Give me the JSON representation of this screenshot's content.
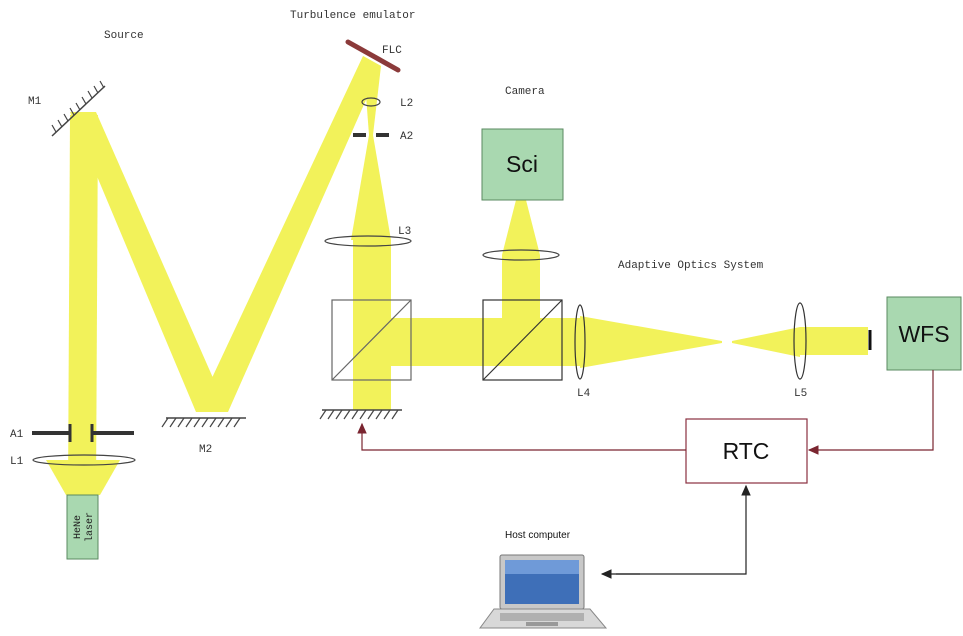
{
  "sections": {
    "source": "Source",
    "turbulence": "Turbulence emulator",
    "camera": "Camera",
    "ao_system": "Adaptive Optics System"
  },
  "labels": {
    "m1": "M1",
    "m2": "M2",
    "a1": "A1",
    "l1": "L1",
    "flc": "FLC",
    "l2": "L2",
    "a2": "A2",
    "l3": "L3",
    "l4": "L4",
    "l5": "L5"
  },
  "boxes": {
    "sci": "Sci",
    "wfs": "WFS",
    "rtc": "RTC",
    "laser_line1": "HeNe",
    "laser_line2": "laser",
    "host": "Host computer"
  },
  "colors": {
    "beam": "#f2f25a",
    "box_fill": "#a9d8b0",
    "box_stroke": "#5a8a60",
    "signal": "#7a2530",
    "flc": "#8b3a3a"
  }
}
